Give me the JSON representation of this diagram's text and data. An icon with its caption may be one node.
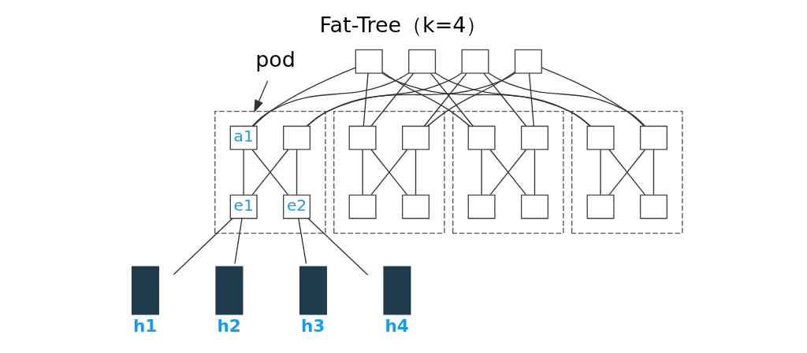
{
  "diagram": {
    "title": "Fat-Tree（k=4）",
    "nodes": [
      {
        "text": [],
        "shape": "box"
      },
      {
        "text": [],
        "shape": "box"
      },
      {
        "text": [],
        "shape": "box"
      },
      {
        "text": [],
        "shape": "box"
      },
      {
        "text": [
          "pod"
        ]
      },
      {
        "text": [],
        "shape": "box"
      },
      {
        "text": [
          "a1"
        ],
        "in": 5
      },
      {
        "text": [],
        "shape": "box",
        "in": 5
      },
      {
        "text": [
          "e1"
        ],
        "in": 5
      },
      {
        "text": [
          "e2"
        ],
        "in": 5
      },
      {
        "text": [],
        "shape": "box"
      },
      {
        "text": [],
        "shape": "box",
        "in": 10
      },
      {
        "text": [],
        "shape": "box",
        "in": 10
      },
      {
        "text": [],
        "shape": "box",
        "in": 10
      },
      {
        "text": [],
        "shape": "box",
        "in": 10
      },
      {
        "text": [],
        "shape": "box"
      },
      {
        "text": [],
        "shape": "box",
        "in": 15
      },
      {
        "text": [],
        "shape": "box",
        "in": 15
      },
      {
        "text": [],
        "shape": "box",
        "in": 15
      },
      {
        "text": [],
        "shape": "box",
        "in": 15
      },
      {
        "text": [],
        "shape": "box"
      },
      {
        "text": [],
        "shape": "box",
        "in": 20
      },
      {
        "text": [],
        "shape": "box",
        "in": 20
      },
      {
        "text": [],
        "shape": "box",
        "in": 20
      },
      {
        "text": [],
        "shape": "box",
        "in": 20
      },
      {
        "text": [
          "h1"
        ]
      },
      {
        "text": [
          "h2"
        ]
      },
      {
        "text": [
          "h3"
        ]
      },
      {
        "text": [
          "h4"
        ]
      }
    ],
    "edges": [
      {
        "from": 0,
        "to": 6,
        "arrow": "none"
      },
      {
        "from": 0,
        "to": 11,
        "arrow": "none"
      },
      {
        "from": 0,
        "to": 16,
        "arrow": "none"
      },
      {
        "from": 0,
        "to": 21,
        "arrow": "none"
      },
      {
        "from": 1,
        "to": 6,
        "arrow": "none"
      },
      {
        "from": 1,
        "to": 11,
        "arrow": "none"
      },
      {
        "from": 1,
        "to": 16,
        "arrow": "none"
      },
      {
        "from": 1,
        "to": 21,
        "arrow": "none"
      },
      {
        "from": 2,
        "to": 7,
        "arrow": "none"
      },
      {
        "from": 2,
        "to": 12,
        "arrow": "none"
      },
      {
        "from": 2,
        "to": 17,
        "arrow": "none"
      },
      {
        "from": 2,
        "to": 22,
        "arrow": "none"
      },
      {
        "from": 3,
        "to": 7,
        "arrow": "none"
      },
      {
        "from": 3,
        "to": 12,
        "arrow": "none"
      },
      {
        "from": 3,
        "to": 17,
        "arrow": "none"
      },
      {
        "from": 3,
        "to": 22,
        "arrow": "none"
      },
      {
        "from": 4,
        "to": 5,
        "arrow": "to"
      },
      {
        "from": 6,
        "to": 8,
        "arrow": "none"
      },
      {
        "from": 6,
        "to": 9,
        "arrow": "none"
      },
      {
        "from": 7,
        "to": 8,
        "arrow": "none"
      },
      {
        "from": 7,
        "to": 9,
        "arrow": "none"
      },
      {
        "from": 11,
        "to": 13,
        "arrow": "none"
      },
      {
        "from": 11,
        "to": 14,
        "arrow": "none"
      },
      {
        "from": 12,
        "to": 13,
        "arrow": "none"
      },
      {
        "from": 12,
        "to": 14,
        "arrow": "none"
      },
      {
        "from": 16,
        "to": 18,
        "arrow": "none"
      },
      {
        "from": 16,
        "to": 19,
        "arrow": "none"
      },
      {
        "from": 17,
        "to": 18,
        "arrow": "none"
      },
      {
        "from": 17,
        "to": 19,
        "arrow": "none"
      },
      {
        "from": 21,
        "to": 23,
        "arrow": "none"
      },
      {
        "from": 21,
        "to": 24,
        "arrow": "none"
      },
      {
        "from": 22,
        "to": 23,
        "arrow": "none"
      },
      {
        "from": 22,
        "to": 24,
        "arrow": "none"
      },
      {
        "from": 8,
        "to": 25,
        "arrow": "none"
      },
      {
        "from": 8,
        "to": 26,
        "arrow": "none"
      },
      {
        "from": 9,
        "to": 27,
        "arrow": "none"
      },
      {
        "from": 9,
        "to": 28,
        "arrow": "none"
      }
    ]
  }
}
